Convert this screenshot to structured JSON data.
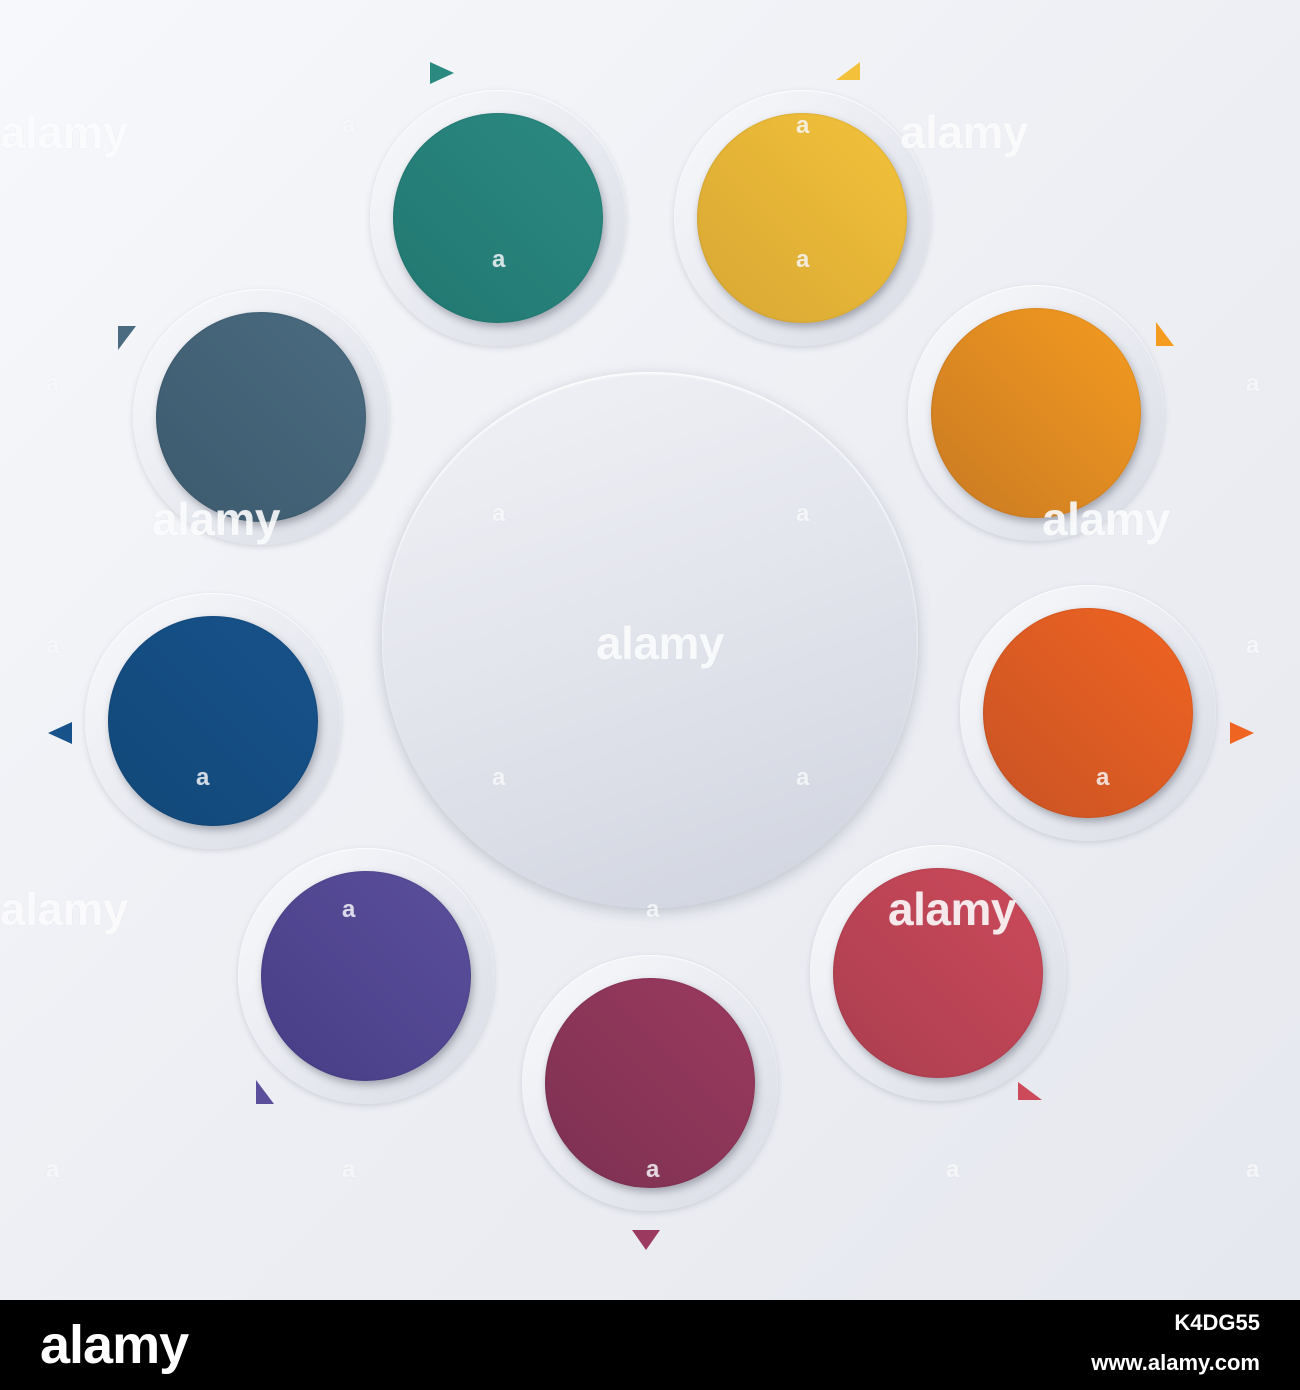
{
  "diagram": {
    "nodes": [
      {
        "id": "teal",
        "color": "#2a8a82",
        "color_dark": "#227771"
      },
      {
        "id": "yellow",
        "color": "#f3c23a",
        "color_dark": "#d7a734"
      },
      {
        "id": "orange",
        "color": "#f49b20",
        "color_dark": "#c97a23"
      },
      {
        "id": "red-orange",
        "color": "#f06422",
        "color_dark": "#c85324"
      },
      {
        "id": "crimson",
        "color": "#cc4a5a",
        "color_dark": "#aa3e4f"
      },
      {
        "id": "maroon",
        "color": "#9b3a5e",
        "color_dark": "#7c3152"
      },
      {
        "id": "purple",
        "color": "#5b4f9b",
        "color_dark": "#473d86"
      },
      {
        "id": "blue",
        "color": "#17528a",
        "color_dark": "#124879"
      },
      {
        "id": "slate",
        "color": "#4a6b80",
        "color_dark": "#3d5a6e"
      }
    ],
    "center_color": "#e2e4ec"
  },
  "watermark": {
    "word": "alamy",
    "letter": "a"
  },
  "footer": {
    "logo": "alamy",
    "image_id": "K4DG55",
    "url": "www.alamy.com"
  }
}
